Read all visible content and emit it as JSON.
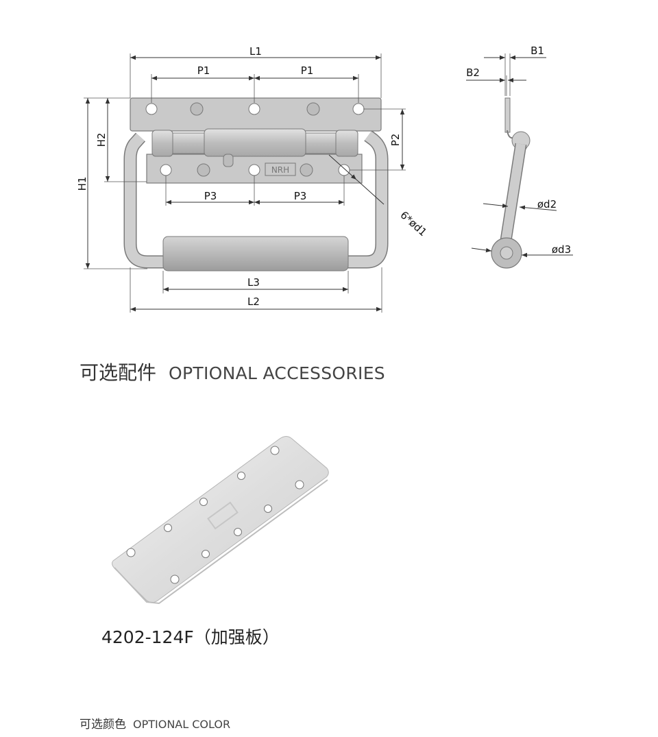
{
  "drawing": {
    "labels": {
      "L1": "L1",
      "P1_left": "P1",
      "P1_right": "P1",
      "H1": "H1",
      "H2": "H2",
      "P2": "P2",
      "P3_left": "P3",
      "P3_right": "P3",
      "L3": "L3",
      "L2": "L2",
      "holes": "6*ød1",
      "B1": "B1",
      "B2": "B2",
      "d2": "ød2",
      "d3": "ød3"
    },
    "logo_text": "NRH"
  },
  "sections": {
    "accessories": {
      "title_cn": "可选配件",
      "title_en": "OPTIONAL ACCESSORIES"
    },
    "accessory_caption": "4202-124F（加强板）",
    "color": {
      "title_cn": "可选颜色",
      "title_en": "OPTIONAL COLOR"
    }
  },
  "colors": {
    "metal": "#c9c9c9",
    "plate": "#dcdcdc",
    "outline": "#7a7a7a"
  }
}
